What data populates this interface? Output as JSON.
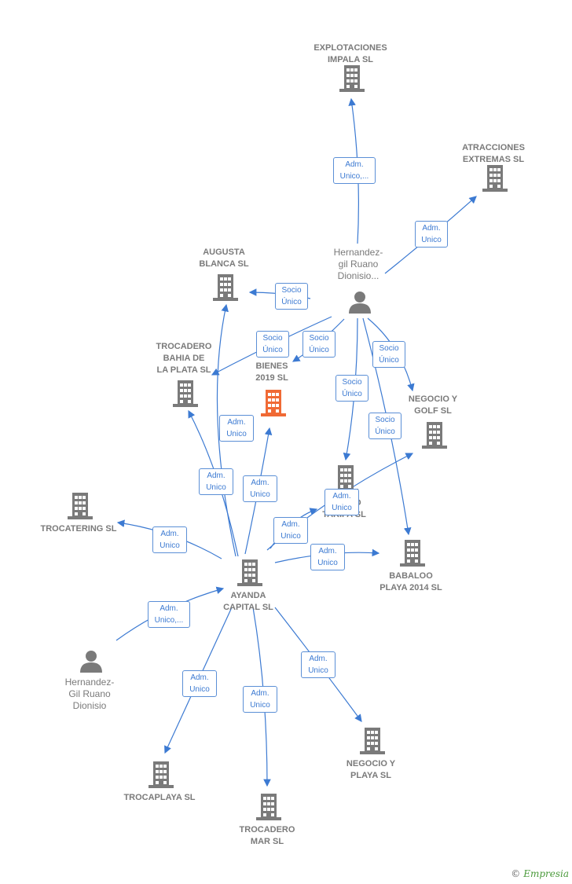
{
  "colors": {
    "edge": "#3c7ad2",
    "company": "#7a7a7a",
    "focus": "#f06a35",
    "person": "#7a7a7a"
  },
  "nodes": [
    {
      "id": "explotaciones",
      "label": "EXPLOTACIONES\nIMPALA  SL",
      "type": "company"
    },
    {
      "id": "atracciones",
      "label": "ATRACCIONES\nEXTREMAS  SL",
      "type": "company"
    },
    {
      "id": "hernandez_top",
      "label": "Hernandez-\ngil Ruano\nDionisio...",
      "type": "person"
    },
    {
      "id": "augusta",
      "label": "AUGUSTA\nBLANCA  SL",
      "type": "company"
    },
    {
      "id": "trocadero_bahia",
      "label": "TROCADERO\nBAHIA DE\nLA PLATA  SL",
      "type": "company"
    },
    {
      "id": "focus",
      "label": "M...      Y\nBIENES\n2019  SL",
      "type": "focus"
    },
    {
      "id": "negocio_golf",
      "label": "NEGOCIO Y\nGOLF SL",
      "type": "company"
    },
    {
      "id": "trocadero_tarifa",
      "label": "TR...      RO\nTARIFA  SL",
      "type": "company"
    },
    {
      "id": "trocatering",
      "label": "TROCATERING SL",
      "type": "company"
    },
    {
      "id": "babaloo",
      "label": "BABALOO\nPLAYA 2014  SL",
      "type": "company"
    },
    {
      "id": "ayanda",
      "label": "AYANDA\nCAPITAL  SL",
      "type": "company"
    },
    {
      "id": "hernandez_bottom",
      "label": "Hernandez-\nGil Ruano\nDionisio",
      "type": "person"
    },
    {
      "id": "negocio_playa",
      "label": "NEGOCIO Y\nPLAYA  SL",
      "type": "company"
    },
    {
      "id": "trocaplaya",
      "label": "TROCAPLAYA SL",
      "type": "company"
    },
    {
      "id": "trocadero_mar",
      "label": "TROCADERO\nMAR  SL",
      "type": "company"
    }
  ],
  "edge_labels": [
    "Adm.\nUnico,...",
    "Adm.\nUnico",
    "Socio\nÚnico",
    "Socio\nÚnico",
    "Socio\nÚnico",
    "Socio\nÚnico",
    "Socio\nÚnico",
    "Socio\nÚnico",
    "Adm.\nUnico",
    "Adm.\nUnico",
    "Adm.\nUnico",
    "Adm.\nUnico",
    "Adm.\nUnico",
    "Adm.\nUnico",
    "Adm.\nUnico",
    "Adm.\nUnico,...",
    "Adm.\nUnico",
    "Adm.\nUnico",
    "Adm.\nUnico"
  ],
  "footer": {
    "copyright_symbol": "©",
    "brand": "Empresia"
  }
}
